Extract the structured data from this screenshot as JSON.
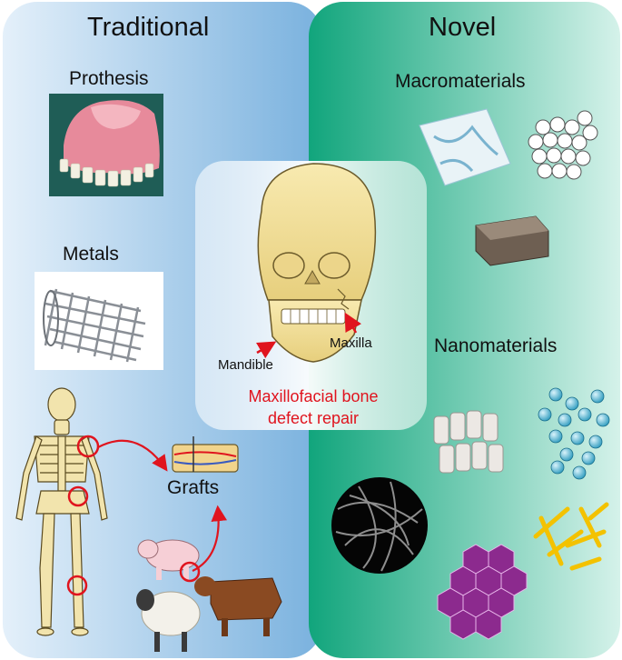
{
  "panels": {
    "traditional": {
      "title": "Traditional",
      "items": {
        "prosthesis": "Prothesis",
        "metals": "Metals",
        "grafts": "Grafts"
      }
    },
    "novel": {
      "title": "Novel",
      "items": {
        "macro": "Macromaterials",
        "nano": "Nanomaterials"
      }
    }
  },
  "center": {
    "mandible": "Mandible",
    "maxilla": "Maxilla",
    "caption_line1": "Maxillofacial bone",
    "caption_line2": "defect repair"
  },
  "colors": {
    "traditional_bg": "#8fc0e6",
    "novel_bg": "#2db88f",
    "accent_red": "#e0141e"
  }
}
